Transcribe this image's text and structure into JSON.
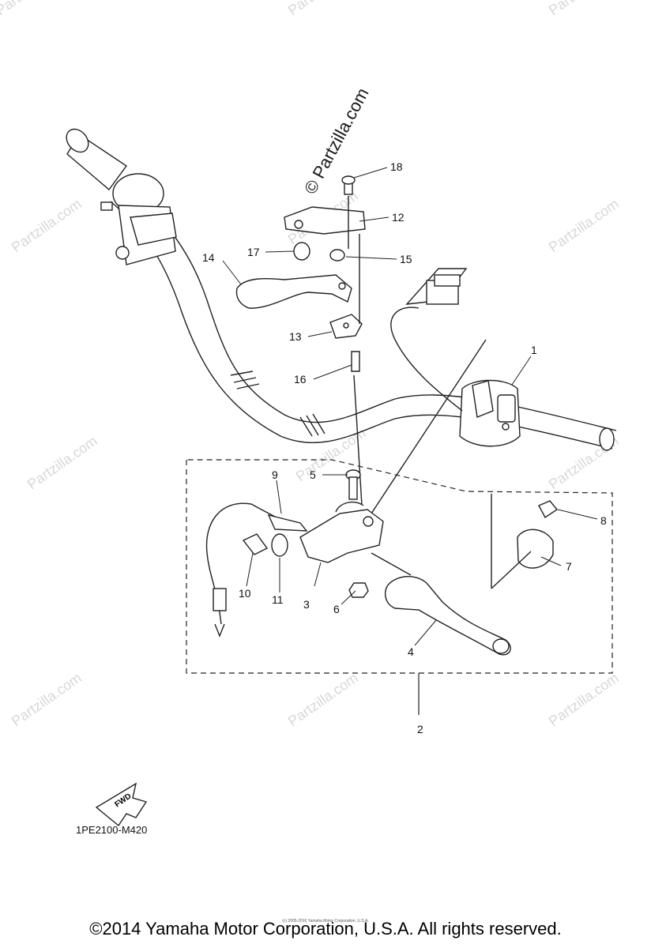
{
  "callouts": [
    {
      "num": "1",
      "part": "handlebar-switch"
    },
    {
      "num": "2",
      "part": "clutch-lever-assembly"
    },
    {
      "num": "3",
      "part": "lever-holder"
    },
    {
      "num": "4",
      "part": "lever"
    },
    {
      "num": "5",
      "part": "bolt"
    },
    {
      "num": "6",
      "part": "nut"
    },
    {
      "num": "7",
      "part": "holder-clamp"
    },
    {
      "num": "8",
      "part": "bolt"
    },
    {
      "num": "9",
      "part": "switch-cable"
    },
    {
      "num": "10",
      "part": "adjuster-bolt"
    },
    {
      "num": "11",
      "part": "adjuster-nut"
    },
    {
      "num": "12",
      "part": "hot-start-lever-holder"
    },
    {
      "num": "13",
      "part": "plate"
    },
    {
      "num": "14",
      "part": "hot-start-lever"
    },
    {
      "num": "15",
      "part": "collar"
    },
    {
      "num": "16",
      "part": "screw"
    },
    {
      "num": "17",
      "part": "cap"
    },
    {
      "num": "18",
      "part": "screw"
    }
  ],
  "fwd_label": "FWD",
  "diagram_code": "1PE2100-M420",
  "copyright": "©2014 Yamaha Motor Corporation, U.S.A. All rights reserved.",
  "fineprint": "(c) 2005-2016 Yamaha Motor Corporation, U.S.A.",
  "stamp_text": "© Partzilla.com",
  "watermark_text": "Partzilla.com"
}
